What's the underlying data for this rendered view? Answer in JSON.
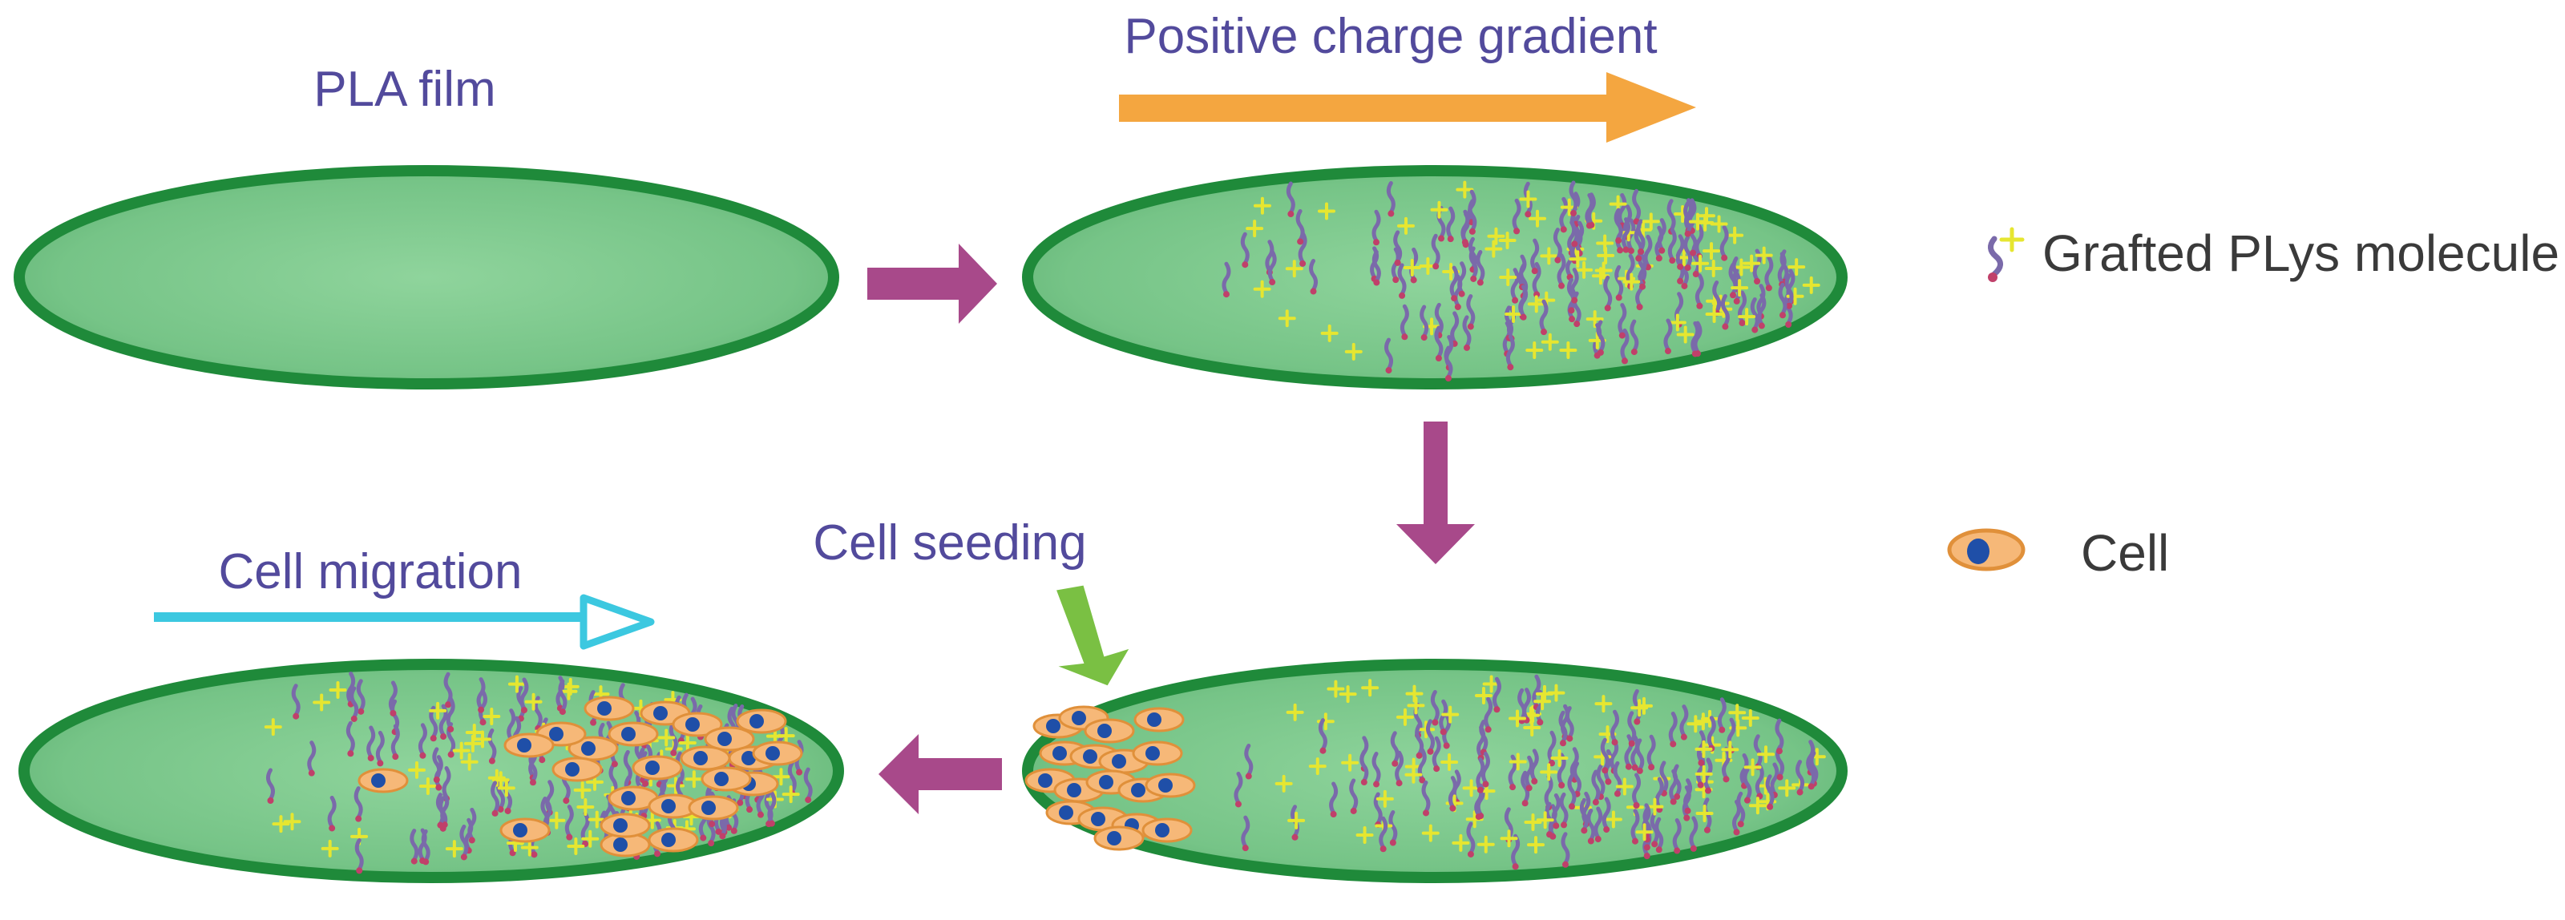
{
  "labels": {
    "pla_film": "PLA film",
    "positive_charge_gradient": "Positive charge gradient",
    "cell_seeding": "Cell seeding",
    "cell_migration": "Cell migration"
  },
  "legend": {
    "molecule": "Grafted PLys molecule",
    "cell": "Cell"
  },
  "icons": {
    "molecule": "plys-molecule-icon",
    "cell": "cell-icon"
  },
  "colors": {
    "film_fill": "#7cc98c",
    "film_border": "#1f8a3a",
    "label_text": "#524a9c",
    "legend_text": "#3a3a3a",
    "process_arrow": "#a8498a",
    "gradient_arrow": "#f4a640",
    "seeding_arrow": "#7ac043",
    "migration_arrow": "#3cc8e0",
    "plus_sign": "#e6e630",
    "molecule_body": "#7a6aaa",
    "molecule_tip": "#c0406a",
    "cell_body": "#f6b878",
    "cell_nucleus": "#1f4fa8"
  }
}
